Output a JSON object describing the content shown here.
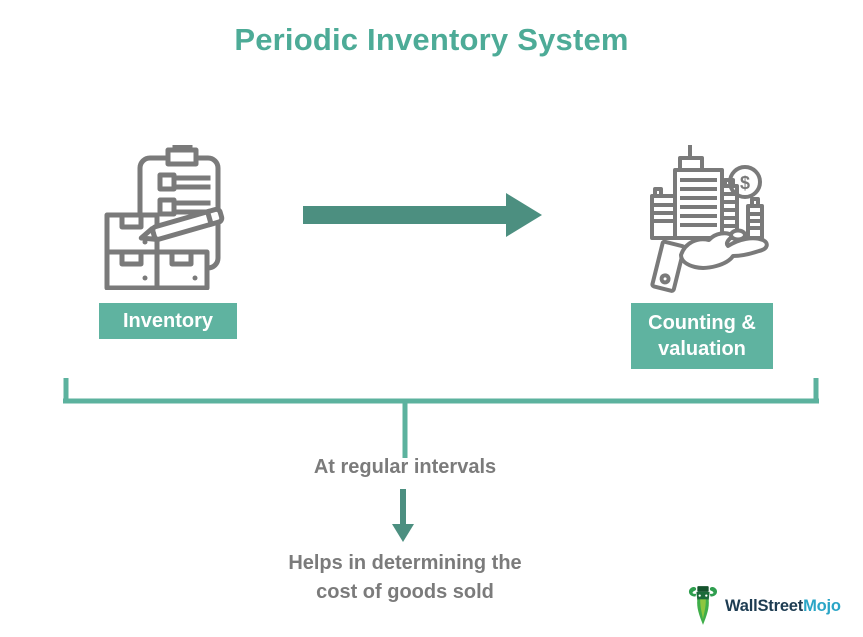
{
  "title": "Periodic Inventory System",
  "nodes": [
    {
      "label": "Inventory",
      "icon": "inventory-clipboard-boxes-icon"
    },
    {
      "label": "Counting & valuation",
      "icon": "hand-buildings-dollar-icon"
    }
  ],
  "flow": {
    "interval_label": "At regular intervals",
    "result_line1": "Helps in determining the",
    "result_line2": "cost of goods sold"
  },
  "icons": {
    "dollar_glyph": "$"
  },
  "logo": {
    "brand_part1": "WallStreet",
    "brand_part2": "Mojo"
  },
  "colors": {
    "title_teal": "#4dab97",
    "arrow_teal": "#4c8f80",
    "box_teal": "#5fb3a0",
    "bracket_teal": "#5cb29e",
    "text_gray": "#7b7b7b",
    "icon_gray": "#7a7a7a",
    "logo_navy": "#1d3c52",
    "logo_cyan": "#2aa5c6"
  }
}
